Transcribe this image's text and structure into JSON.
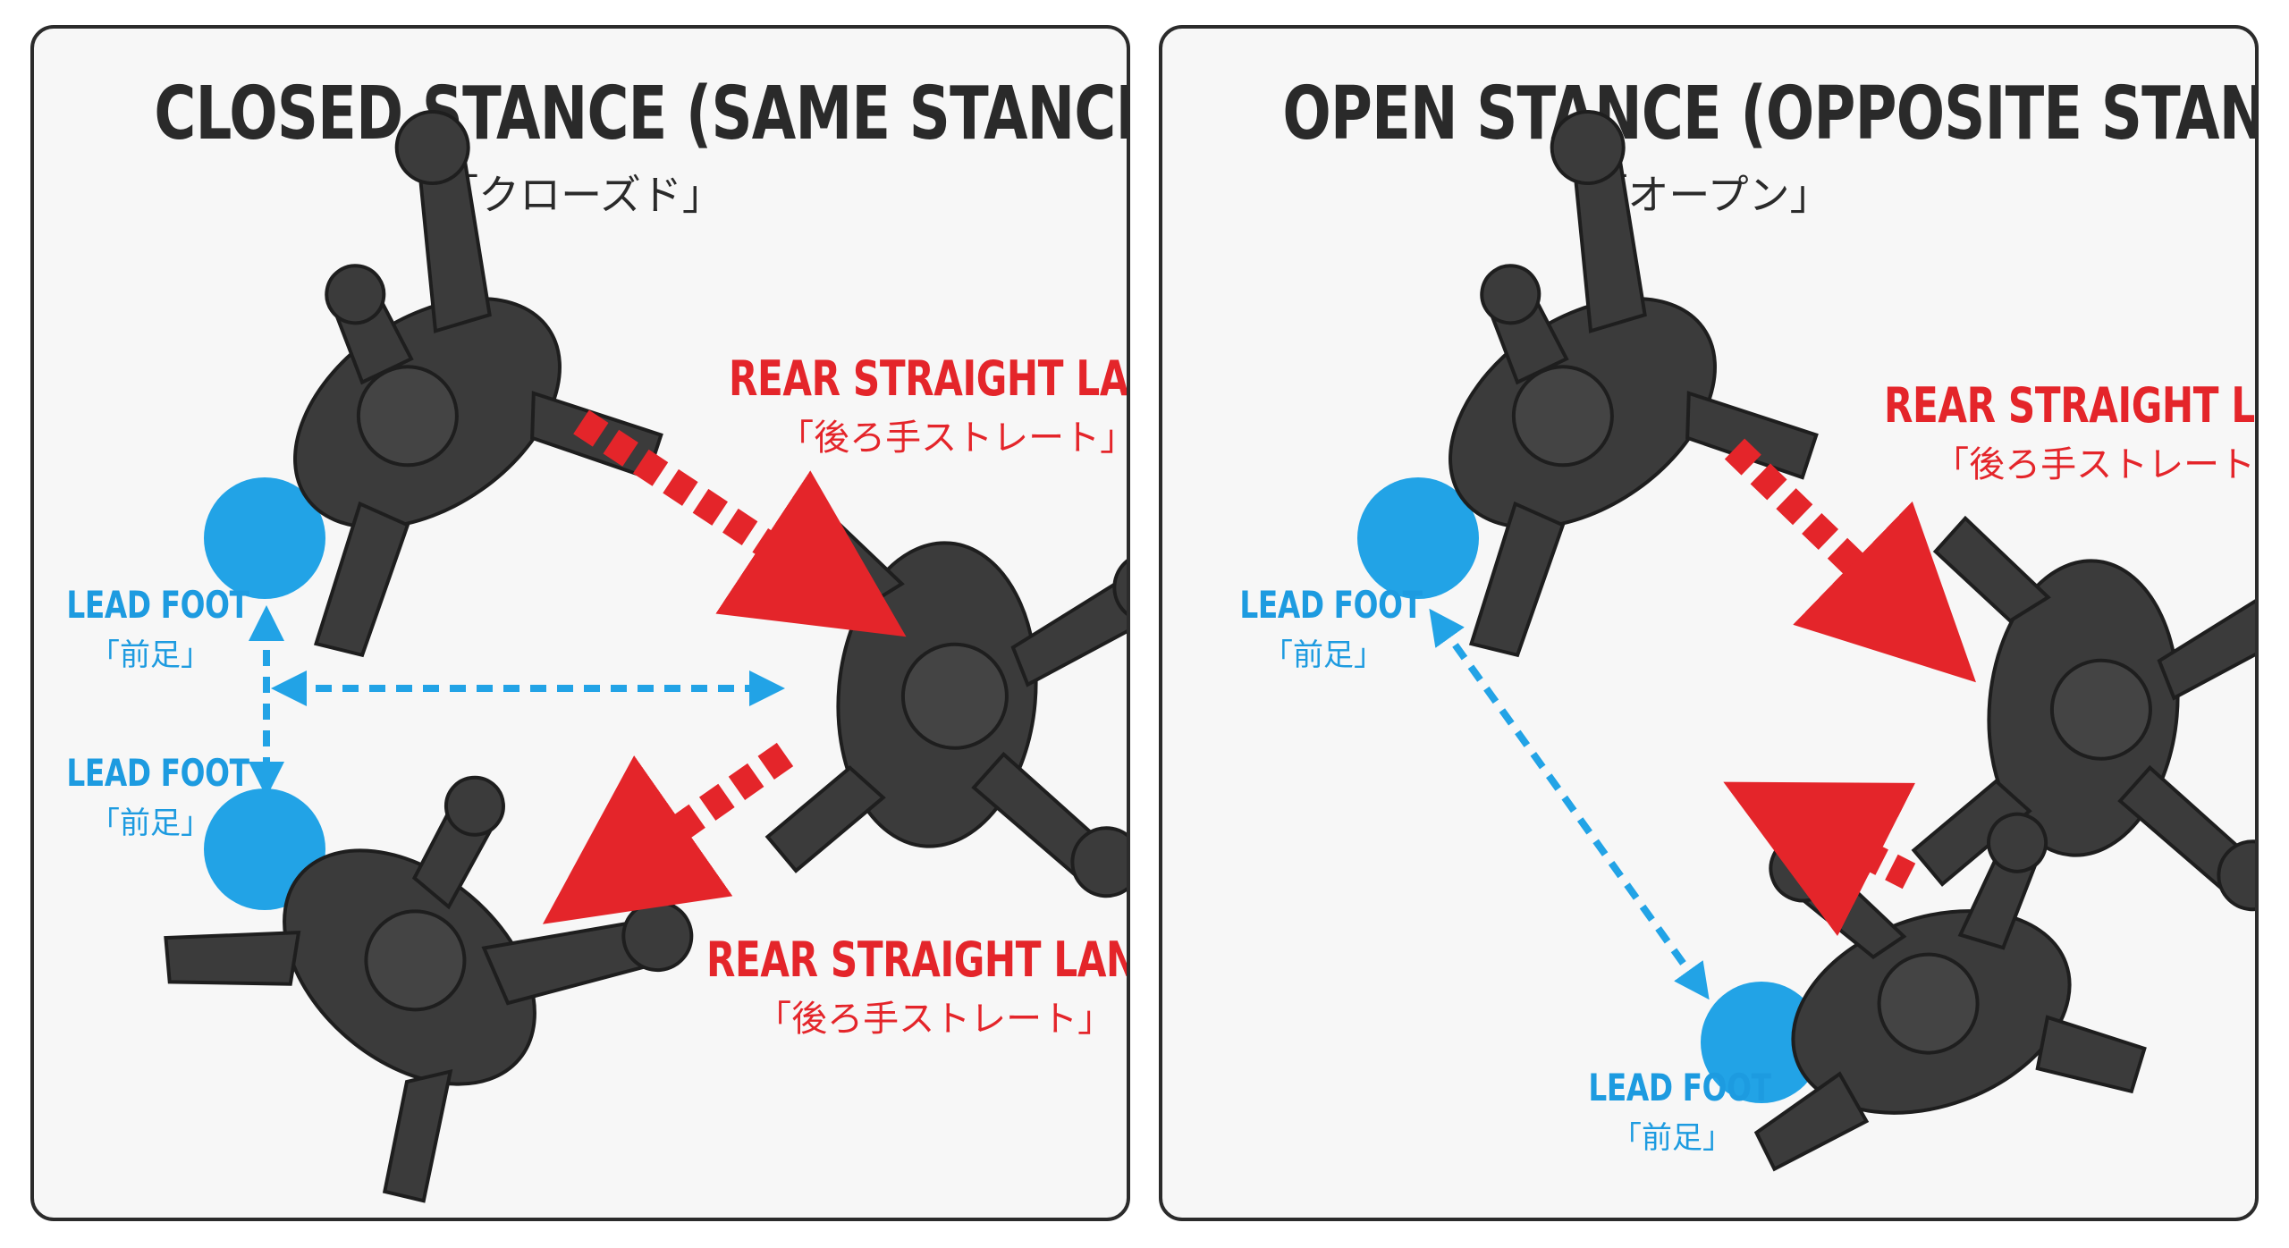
{
  "colors": {
    "lead_foot": "#22a3e6",
    "rear_straight": "#e4252a",
    "fighter": "#3a3a3a"
  },
  "closed_panel": {
    "title": "CLOSED STANCE (SAME STANCE)",
    "subtitle": "「クローズド」",
    "rear_straight_top": {
      "en": "REAR STRAIGHT LANE",
      "jp": "「後ろ手ストレート」"
    },
    "rear_straight_bottom": {
      "en": "REAR STRAIGHT LANE",
      "jp": "「後ろ手ストレート」"
    },
    "lead_foot_top": {
      "en": "LEAD FOOT",
      "jp": "「前足」"
    },
    "lead_foot_bottom": {
      "en": "LEAD FOOT",
      "jp": "「前足」"
    }
  },
  "open_panel": {
    "title": "OPEN STANCE (OPPOSITE STANCE)",
    "subtitle": "「オープン」",
    "rear_straight": {
      "en": "REAR STRAIGHT LANE",
      "jp": "「後ろ手ストレート」"
    },
    "lead_foot_left": {
      "en": "LEAD FOOT",
      "jp": "「前足」"
    },
    "lead_foot_bottom": {
      "en": "LEAD FOOT",
      "jp": "「前足」"
    }
  }
}
